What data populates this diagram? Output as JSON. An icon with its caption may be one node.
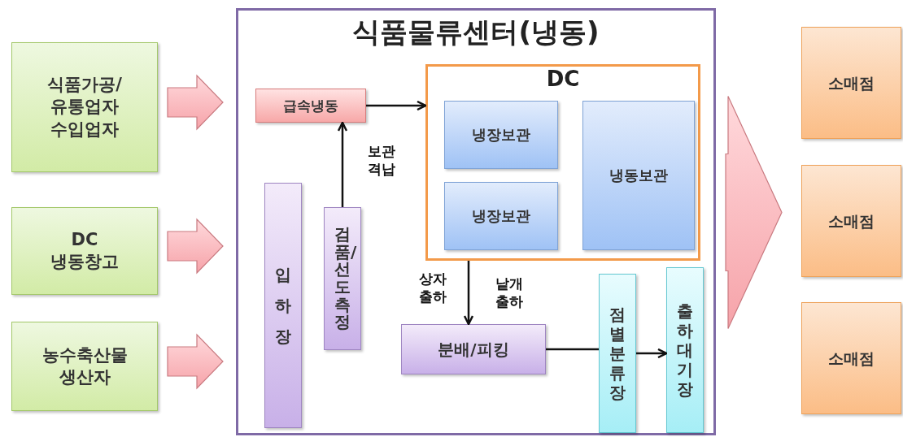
{
  "diagram": {
    "nodes": [
      {
        "text": [
          "식품가공/ 유통업자 수입업자"
        ]
      },
      {
        "text": [
          "DC 냉동창고"
        ]
      },
      {
        "text": [
          "농수축산물 생산자"
        ]
      },
      {
        "text": [
          "식품물류센터(냉동)"
        ]
      },
      {
        "text": [
          "급속냉동"
        ],
        "in": 3
      },
      {
        "text": [
          "DC"
        ],
        "in": 3
      },
      {
        "text": [
          "냉장보관"
        ],
        "in": 5
      },
      {
        "text": [
          "냉장보관"
        ],
        "in": 5
      },
      {
        "text": [
          "냉동보관"
        ],
        "in": 5
      },
      {
        "text": [
          "입하장"
        ],
        "in": 3
      },
      {
        "text": [
          "검품/선도측정"
        ],
        "in": 3
      },
      {
        "text": [
          "분배/피킹"
        ],
        "in": 3
      },
      {
        "text": [
          "점별분류장"
        ],
        "in": 3
      },
      {
        "text": [
          "출하대기장"
        ],
        "in": 3
      },
      {
        "text": [
          "소매점"
        ]
      },
      {
        "text": [
          "소매점"
        ]
      },
      {
        "text": [
          "소매점"
        ]
      }
    ],
    "edges": [
      {
        "from": 0,
        "to": 3,
        "arrow": "to"
      },
      {
        "from": 1,
        "to": 3,
        "arrow": "to"
      },
      {
        "from": 2,
        "to": 3,
        "arrow": "to"
      },
      {
        "from": 3,
        "to": 14,
        "arrow": "to"
      },
      {
        "from": 3,
        "to": 15,
        "arrow": "to"
      },
      {
        "from": 3,
        "to": 16,
        "arrow": "to"
      },
      {
        "from": 10,
        "to": 4,
        "arrow": "to",
        "label": "보관 격납"
      },
      {
        "from": 4,
        "to": 5,
        "arrow": "to"
      },
      {
        "from": 5,
        "to": 11,
        "arrow": "to",
        "label": "상자 출하"
      },
      {
        "from": 11,
        "to": 12,
        "arrow": "none"
      },
      {
        "from": 12,
        "to": 13,
        "arrow": "to"
      }
    ],
    "labels": [
      "낱개 출하"
    ]
  }
}
